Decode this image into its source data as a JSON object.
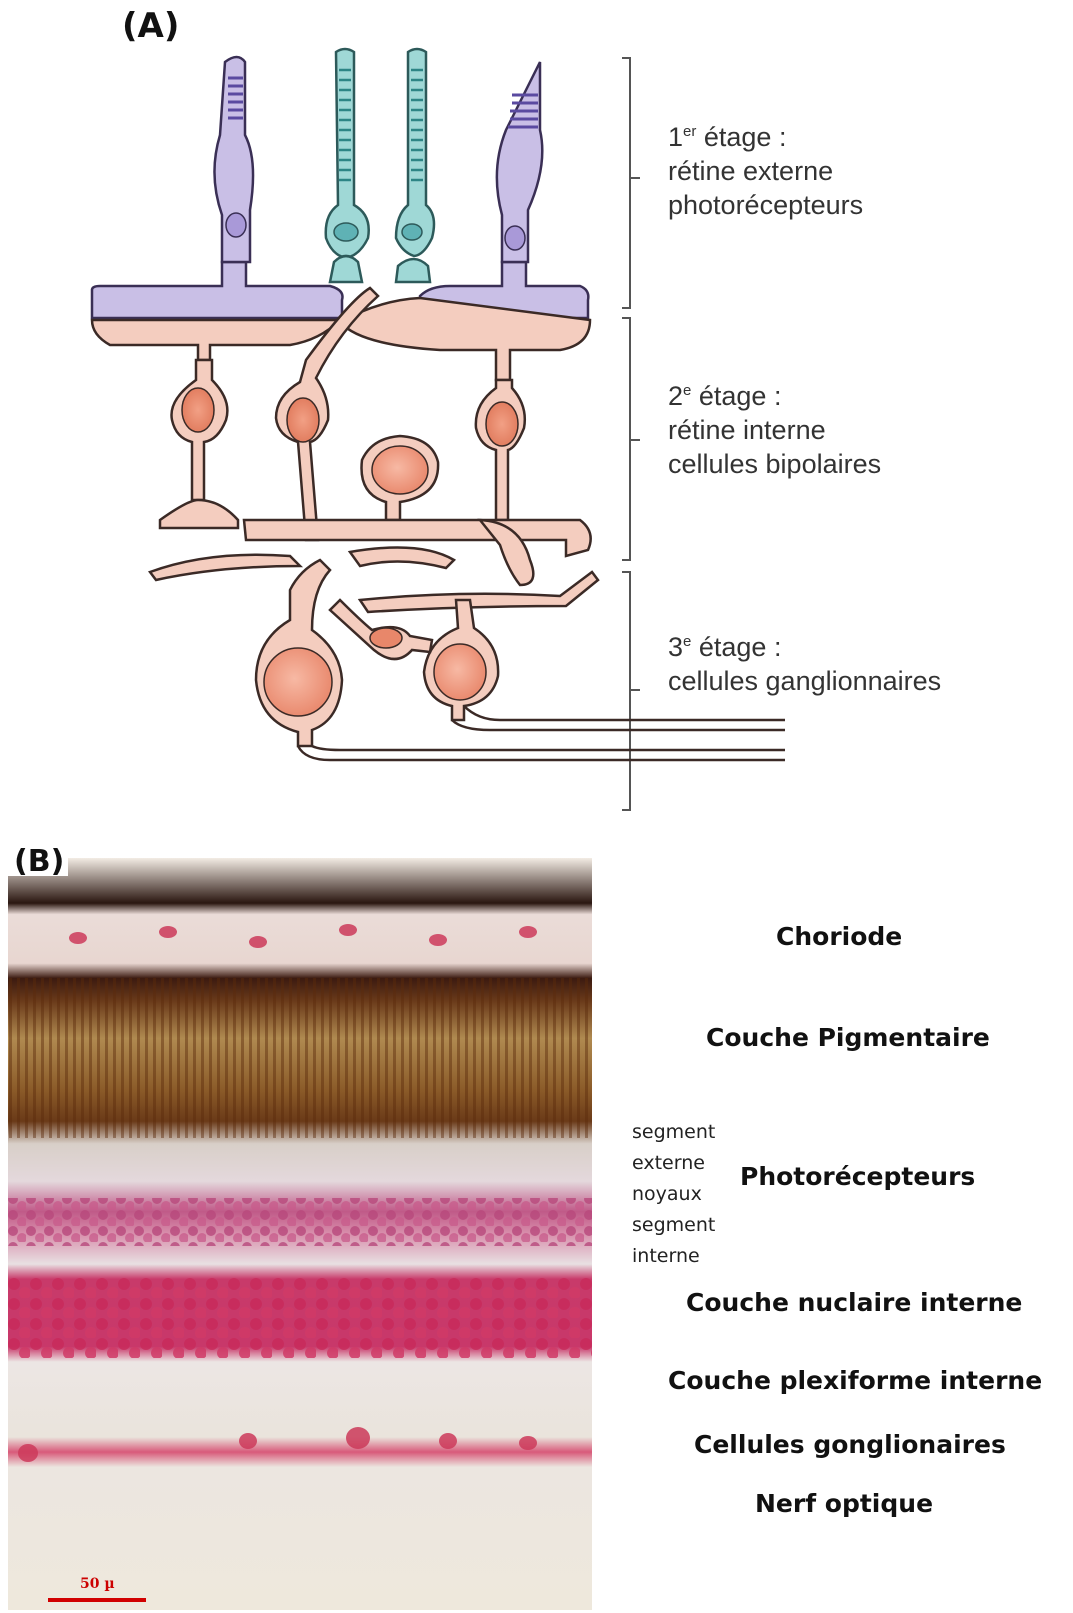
{
  "panel_a": {
    "letter": "(A)",
    "stages": [
      {
        "num": "1",
        "sup": "er",
        "head": " étage :",
        "lines": [
          "rétine externe",
          "photorécepteurs"
        ]
      },
      {
        "num": "2",
        "sup": "e",
        "head": " étage :",
        "lines": [
          "rétine interne",
          "cellules bipolaires"
        ]
      },
      {
        "num": "3",
        "sup": "e",
        "head": " étage :",
        "lines": [
          "cellules ganglionnaires"
        ]
      }
    ],
    "colors": {
      "cone_fill": "#c9bfe6",
      "cone_stroke": "#3a2f55",
      "rod_fill": "#9fd8d6",
      "rod_stroke": "#2d5a5a",
      "neuron_fill": "#f4cdbf",
      "nucleus_fill": "#e8876a"
    }
  },
  "panel_b": {
    "letter": "(B)",
    "layers": [
      "Choriode",
      "Couche Pigmentaire",
      "Photorécepteurs",
      "Couche nuclaire interne",
      "Couche plexiforme interne",
      "Cellules gonglionaires",
      "Nerf optique"
    ],
    "sublabels": [
      "segment",
      "externe",
      "noyaux",
      "segment",
      "interne"
    ],
    "scale_bar": "50 µ"
  }
}
